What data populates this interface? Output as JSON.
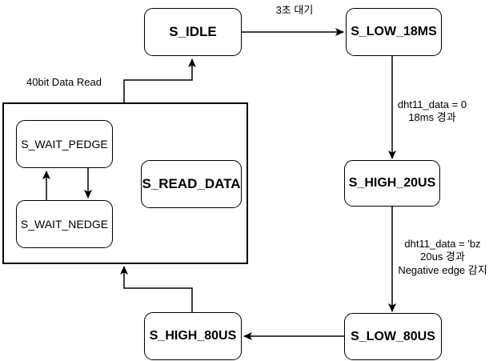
{
  "diagram": {
    "group": {
      "label": "40bit Data Read"
    },
    "states": {
      "idle": {
        "label": "S_IDLE"
      },
      "low18ms": {
        "label": "S_LOW_18MS"
      },
      "high20us": {
        "label": "S_HIGH_20US"
      },
      "low80us": {
        "label": "S_LOW_80US"
      },
      "high80us": {
        "label": "S_HIGH_80US"
      },
      "read_data": {
        "label": "S_READ_DATA"
      },
      "wait_pedge": {
        "label": "S_WAIT_PEDGE"
      },
      "wait_nedge": {
        "label": "S_WAIT_NEDGE"
      }
    },
    "transitions": {
      "idle_to_low18ms": {
        "label": "3초 대기"
      },
      "low18ms_to_high20us": {
        "label": "dht11_data = 0\n18ms 경과"
      },
      "high20us_to_low80us": {
        "label": "dht11_data = 'bz\n20us 경과\nNegative edge 감지"
      }
    },
    "colors": {
      "stroke": "#000000",
      "fill": "#ffffff",
      "background": "#ffffff",
      "text": "#000000"
    }
  }
}
